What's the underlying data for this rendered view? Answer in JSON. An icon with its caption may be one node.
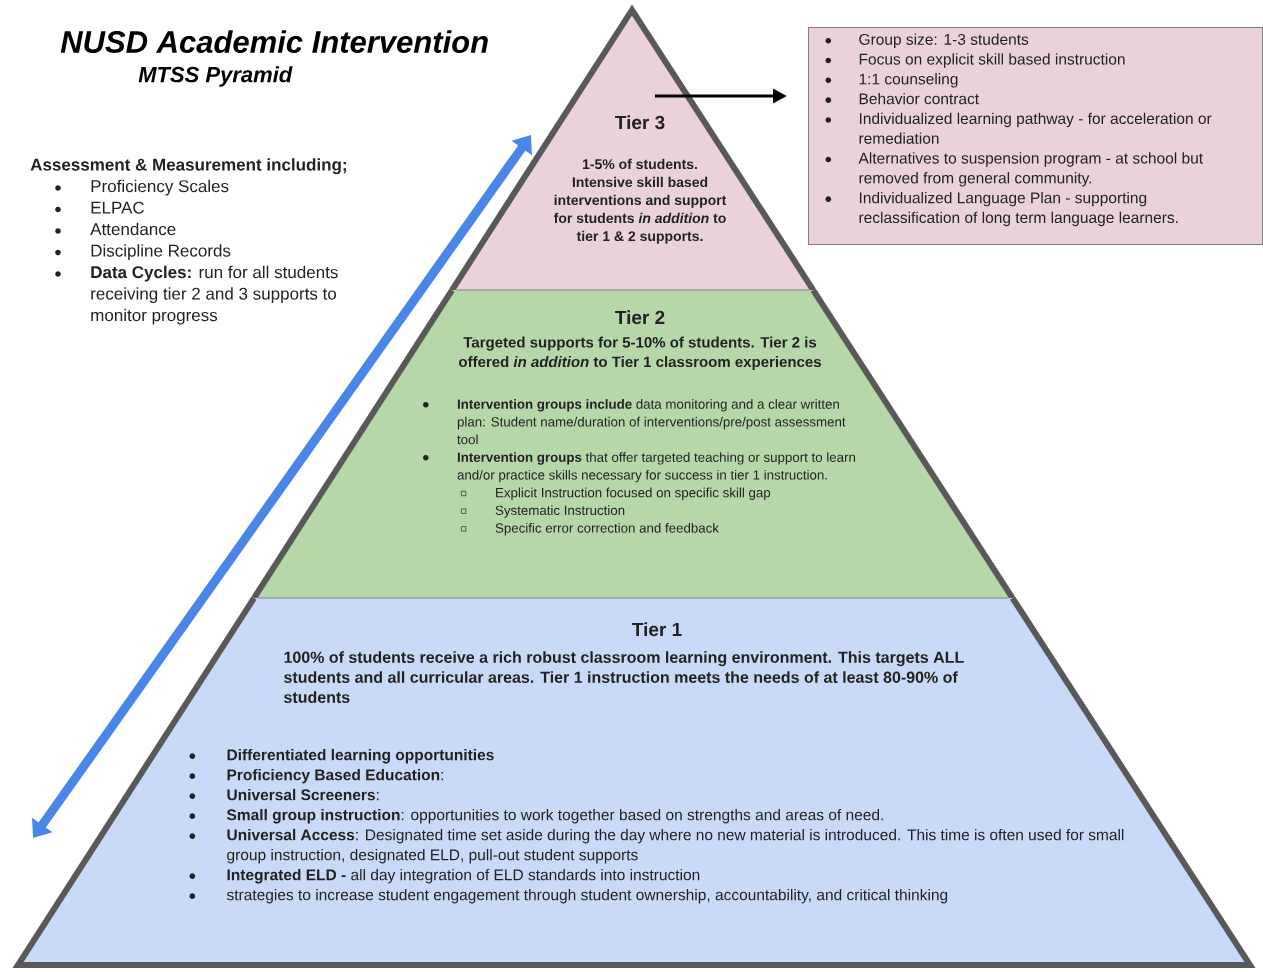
{
  "diagram": {
    "title": "NUSD Academic Intervention",
    "nodes": [
      {
        "text": [
          "Tier 3",
          "1-5% of students. Intensive skill based interventions and support for students *in addition* to tier 1 & 2 supports."
        ]
      },
      {
        "text": [
          "Group size: 1-3 students",
          "Focus on explicit skill based instruction",
          "1:1 counseling",
          "Behavior contract",
          "Individualized learning pathway - for acceleration or remediation",
          "Alternatives to suspension program - at school but removed from general community.",
          "Individualized Language Plan - supporting reclassification of long term language learners."
        ]
      },
      {
        "text": [
          "Tier 2",
          "Targeted supports for 5-10% of students. Tier 2 is offered *in addition* to Tier 1 classroom experiences",
          "**Intervention groups include** data monitoring and a clear written plan: Student name/duration of interventions/pre/post assessment tool",
          "**Intervention groups** that offer targeted teaching or support to learn and/or practice skills necessary for success in tier 1 instruction.",
          "Explicit Instruction focused on specific skill gap",
          "Systematic Instruction",
          "Specific error correction and feedback"
        ]
      },
      {
        "text": [
          "Tier 1",
          "100% of students receive a rich robust classroom learning environment. This targets ALL students and all curricular areas. Tier 1 instruction meets the needs of at least 80-90% of students",
          "Differentiated learning opportunities",
          "**Proficiency Based Education**:",
          "**Universal Screeners**:",
          "**Small group instruction**: opportunities to work together based on strengths and areas of need.",
          "**Universal Access**: Designated time set aside during the day where no new material is introduced. This time is often used for small group instruction, designated ELD, pull-out student supports",
          "**Integrated ELD -** all day integration of ELD standards into instruction",
          "strategies to increase student engagement through student ownership, accountability, and critical thinking"
        ]
      }
    ],
    "edges": [
      {
        "from": 0,
        "to": 1,
        "arrow": "to"
      }
    ],
    "labels": [
      "MTSS Pyramid",
      "Assessment & Measurement including;",
      "Proficiency Scales",
      "ELPAC",
      "Attendance",
      "Discipline Records",
      "**Data Cycles:** run for all students receiving tier 2 and 3 supports to monitor progress"
    ]
  }
}
